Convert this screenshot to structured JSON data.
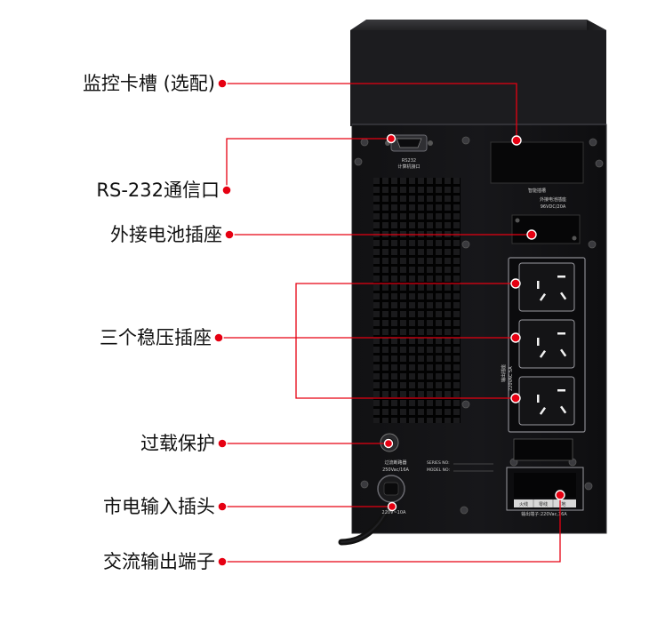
{
  "colors": {
    "accent": "#e60012",
    "ups_body": "#1c1c1e",
    "panel": "#101012"
  },
  "callouts": [
    {
      "id": "monitor-card-slot",
      "text": "监控卡槽 (选配)"
    },
    {
      "id": "rs232-port",
      "text": "RS-232通信口"
    },
    {
      "id": "battery-socket",
      "text": "外接电池插座"
    },
    {
      "id": "regulated-outlets",
      "text": "三个稳压插座"
    },
    {
      "id": "overload-protection",
      "text": "过载保护"
    },
    {
      "id": "mains-input-plug",
      "text": "市电输入插头"
    },
    {
      "id": "ac-output-terminal",
      "text": "交流输出端子"
    }
  ],
  "device_labels": {
    "rs232_title": "RS232",
    "rs232_sub": "计算机接口",
    "card_slot": "智能插槽",
    "battery_title": "外接电池插座",
    "battery_rating": "96VDC/20A",
    "outlet_side": "输出插座",
    "outlet_rating": "220VAC 5A",
    "breaker_title": "过流断路器",
    "breaker_rating": "250Vac/16A",
    "series": "SERIES  NO:",
    "model": "MODEL  NO:",
    "input_rating": "220V~10A",
    "terminal_live": "火线",
    "terminal_neutral": "零线",
    "terminal_ground": "地",
    "terminal_rating": "输出端子:220Vac,16A"
  }
}
